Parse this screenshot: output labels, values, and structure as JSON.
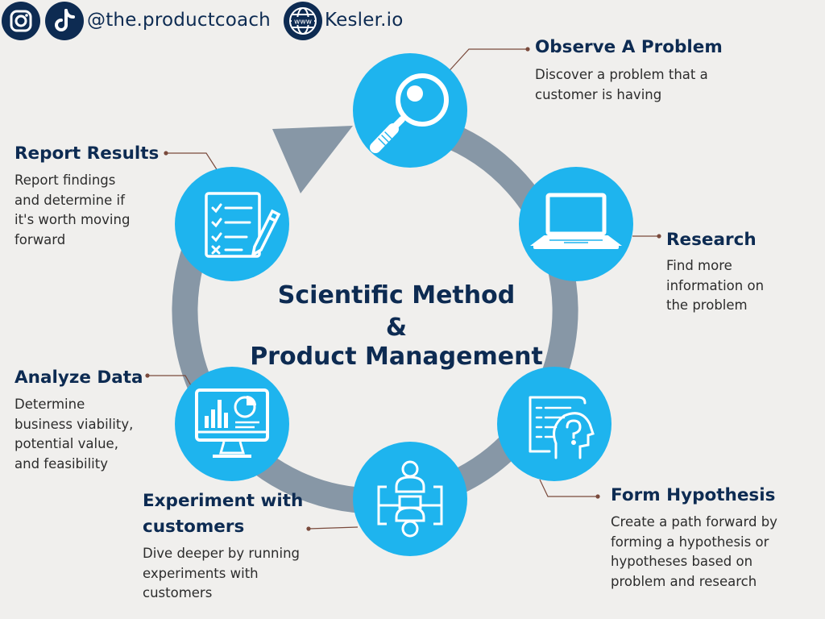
{
  "header": {
    "handle": "@the.productcoach",
    "website": "Kesler.io",
    "icons": [
      "instagram-icon",
      "tiktok-icon",
      "globe-icon"
    ],
    "globe_label": "www"
  },
  "center": {
    "line1": "Scientific Method",
    "line2": "&",
    "line3": "Product Management"
  },
  "steps": [
    {
      "title": "Observe A Problem",
      "desc": [
        "Discover a problem that a",
        "customer is having"
      ],
      "icon": "magnifier-icon"
    },
    {
      "title": "Research",
      "desc": [
        "Find more",
        "information on",
        "the problem"
      ],
      "icon": "laptop-icon"
    },
    {
      "title": "Form Hypothesis",
      "desc": [
        "Create a path forward by",
        "forming a hypothesis or",
        "hypotheses based on",
        "problem and research"
      ],
      "icon": "head-question-icon"
    },
    {
      "title_lines": [
        "Experiment with",
        "customers"
      ],
      "desc": [
        "Dive deeper by running",
        "experiments with",
        "customers"
      ],
      "icon": "team-network-icon"
    },
    {
      "title": "Analyze Data",
      "desc": [
        "Determine",
        "business viability,",
        "potential value,",
        "and feasibility"
      ],
      "icon": "monitor-chart-icon"
    },
    {
      "title": "Report Results",
      "desc": [
        "Report findings",
        "and determine if",
        "it's worth moving",
        "forward"
      ],
      "icon": "checklist-pen-icon"
    }
  ],
  "colors": {
    "navy": "#0d2b52",
    "circle_blue": "#1eb4ee",
    "ring_gray": "#8797a6",
    "background": "#f0efed",
    "leader": "#7a4a3c"
  }
}
